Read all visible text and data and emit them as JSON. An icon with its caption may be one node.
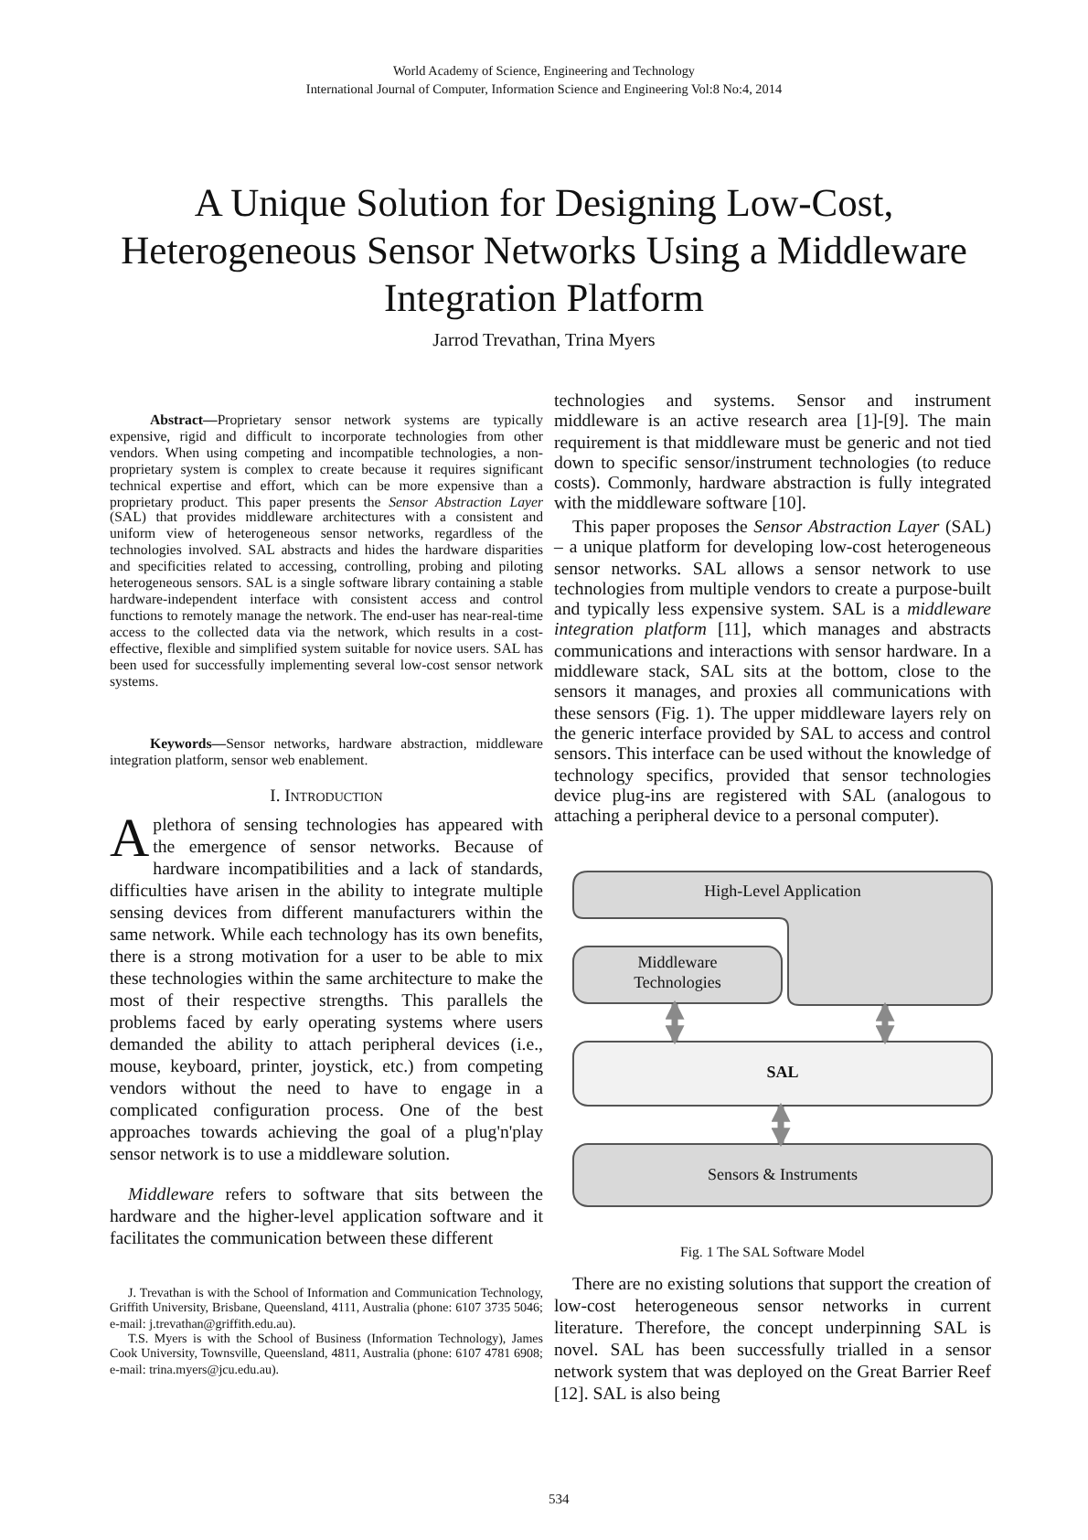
{
  "diagram": {
    "title": "A Unique Solution for Designing Low-Cost, Heterogeneous Sensor Networks Using a Middleware Integration Platform",
    "caption": "Fig. 1 The SAL Software Model",
    "nodes": [
      {
        "text": [
          "High-Level Application"
        ]
      },
      {
        "text": [
          "Middleware Technologies"
        ]
      },
      {
        "text": [
          "SAL"
        ]
      },
      {
        "text": [
          "Sensors & Instruments"
        ]
      }
    ],
    "edges": [
      {
        "from": 1,
        "to": 2,
        "arrow": "both"
      },
      {
        "from": 0,
        "to": 2,
        "arrow": "both"
      },
      {
        "from": 2,
        "to": 3,
        "arrow": "both"
      }
    ],
    "labels": [
      "World Academy of Science, Engineering and Technology",
      "International Journal of Computer, Information Science and Engineering Vol:8 No:4, 2014",
      "Jarrod Trevathan, Trina Myers",
      "**Abstract—**Proprietary sensor network systems are typically expensive, rigid and difficult to incorporate technologies from other vendors. When using competing and incompatible technologies, a non-proprietary system is complex to create because it requires significant technical expertise and effort, which can be more expensive than a proprietary product. This paper presents the *Sensor Abstraction Layer* (SAL) that provides middleware architectures with a consistent and uniform view of heterogeneous sensor networks, regardless of the technologies involved. SAL abstracts and hides the hardware disparities and specificities related to accessing, controlling, probing and piloting heterogeneous sensors. SAL is a single software library containing a stable hardware-independent interface with consistent access and control functions to remotely manage the network. The end-user has near-real-time access to the collected data via the network, which results in a cost-effective, flexible and simplified system suitable for novice users. SAL has been used for successfully implementing several low-cost sensor network systems.",
      "**Keywords—**Sensor networks, hardware abstraction, middleware integration platform, sensor web enablement.",
      "I. Introduction",
      "A plethora of sensing technologies has appeared with the emergence of sensor networks. Because of hardware incompatibilities and a lack of standards, difficulties have arisen in the ability to integrate multiple sensing devices from different manufacturers within the same network. While each technology has its own benefits, there is a strong motivation for a user to be able to mix these technologies within the same architecture to make the most of their respective strengths. This parallels the problems faced by early operating systems where users demanded the ability to attach peripheral devices (i.e., mouse, keyboard, printer, joystick, etc.) from competing vendors without the need to have to engage in a complicated configuration process. One of the best approaches towards achieving the goal of a plug'n'play sensor network is to use a middleware solution.",
      "*Middleware* refers to software that sits between the hardware and the higher-level application software and it facilitates the communication between these different",
      "J. Trevathan is with the School of Information and Communication Technology, Griffith University, Brisbane, Queensland, 4111, Australia (phone: 6107 3735 5046; e-mail: j.trevathan@griffith.edu.au).",
      "T.S. Myers is with the School of Business (Information Technology), James Cook University, Townsville, Queensland, 4811, Australia (phone: 6107 4781 6908; e-mail: trina.myers@jcu.edu.au).",
      "technologies and systems. Sensor and instrument middleware is an active research area [1]-[9]. The main requirement is that middleware must be generic and not tied down to specific sensor/instrument technologies (to reduce costs). Commonly, hardware abstraction is fully integrated with the middleware software [10].",
      "This paper proposes the *Sensor Abstraction Layer* (SAL) – a unique platform for developing low-cost heterogeneous sensor networks. SAL allows a sensor network to use technologies from multiple vendors to create a purpose-built and typically less expensive system. SAL is a *middleware integration platform* [11], which manages and abstracts communications and interactions with sensor hardware. In a middleware stack, SAL sits at the bottom, close to the sensors it manages, and proxies all communications with these sensors (Fig. 1). The upper middleware layers rely on the generic interface provided by SAL to access and control sensors. This interface can be used without the knowledge of technology specifics, provided that sensor technologies device plug-ins are registered with SAL (analogous to attaching a peripheral device to a personal computer).",
      "There are no existing solutions that support the creation of low-cost heterogeneous sensor networks in current literature. Therefore, the concept underpinning SAL is novel. SAL has been successfully trialled in a sensor network system that was deployed on the Great Barrier Reef [12]. SAL is also being",
      "534"
    ]
  }
}
